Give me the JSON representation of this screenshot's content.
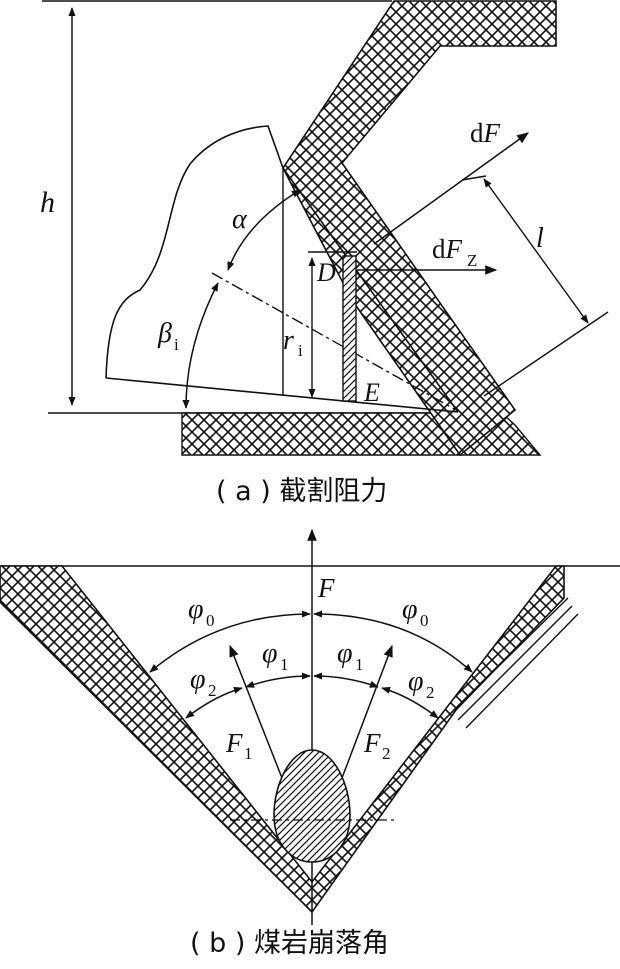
{
  "panel_a": {
    "caption": "( a ) 截割阻力",
    "labels": {
      "h": "h",
      "alpha": "α",
      "beta": "β",
      "beta_sub": "i",
      "r": "r",
      "r_sub": "i",
      "D": "D",
      "E": "E",
      "dF_prefix": "d",
      "dF_var": "F",
      "dFz_prefix": "d",
      "dFz_var": "F",
      "dFz_sub": "Z",
      "l": "l"
    }
  },
  "panel_b": {
    "caption": "( b ) 煤岩崩落角",
    "labels": {
      "F": "F",
      "phi": "φ",
      "phi0_sub": "0",
      "phi1_sub": "1",
      "phi2_sub": "2",
      "F1_var": "F",
      "F1_sub": "1",
      "F2_var": "F",
      "F2_sub": "2"
    }
  }
}
